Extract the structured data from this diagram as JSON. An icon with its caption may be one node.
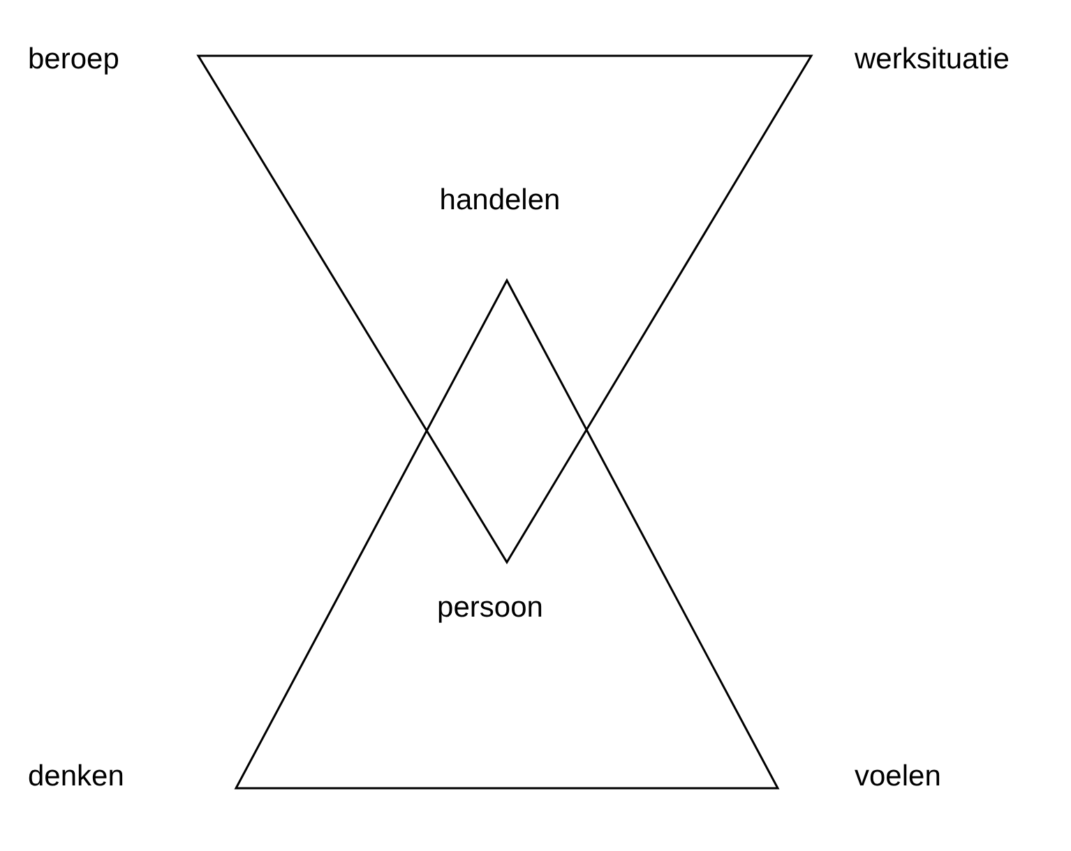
{
  "diagram": {
    "nodes": [
      {
        "text": [
          "handelen"
        ]
      },
      {
        "text": [
          "persoon"
        ]
      }
    ],
    "labels": [
      "beroep",
      "werksituatie",
      "denken",
      "voelen"
    ]
  }
}
